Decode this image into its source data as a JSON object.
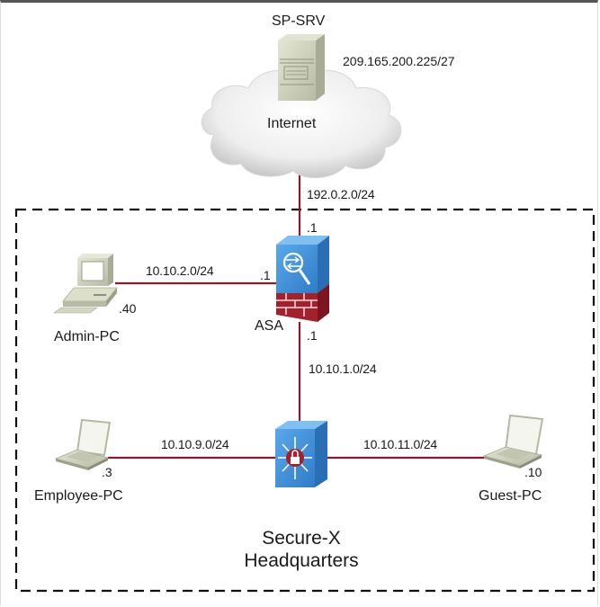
{
  "diagram": {
    "site": {
      "name_line1": "Secure-X",
      "name_line2": "Headquarters"
    },
    "colors": {
      "link": "#8b1a2e",
      "device_blue": "#3f8fd6",
      "firewall_brick": "#a3202d",
      "pc_beige": "#cfd3bd",
      "boundary": "#111111"
    },
    "internet": {
      "label": "Internet",
      "icon": "cloud-icon"
    },
    "nodes": {
      "sp_srv": {
        "label": "SP-SRV",
        "address": "209.165.200.225/27",
        "icon": "server-icon"
      },
      "asa": {
        "label": "ASA",
        "icon": "asa-firewall-icon",
        "if_outside": ".1",
        "if_inside": ".1",
        "if_mgmt": ".1"
      },
      "switch": {
        "icon": "secure-switch-icon"
      },
      "admin_pc": {
        "label": "Admin-PC",
        "host": ".40",
        "icon": "desktop-pc-icon"
      },
      "employee_pc": {
        "label": "Employee-PC",
        "host": ".3",
        "icon": "laptop-icon"
      },
      "guest_pc": {
        "label": "Guest-PC",
        "host": ".10",
        "icon": "laptop-icon"
      }
    },
    "links": {
      "internet_asa": {
        "network": "192.0.2.0/24"
      },
      "admin_asa": {
        "network": "10.10.2.0/24"
      },
      "asa_switch": {
        "network": "10.10.1.0/24"
      },
      "employee_switch": {
        "network": "10.10.9.0/24"
      },
      "switch_guest": {
        "network": "10.10.11.0/24"
      }
    }
  }
}
